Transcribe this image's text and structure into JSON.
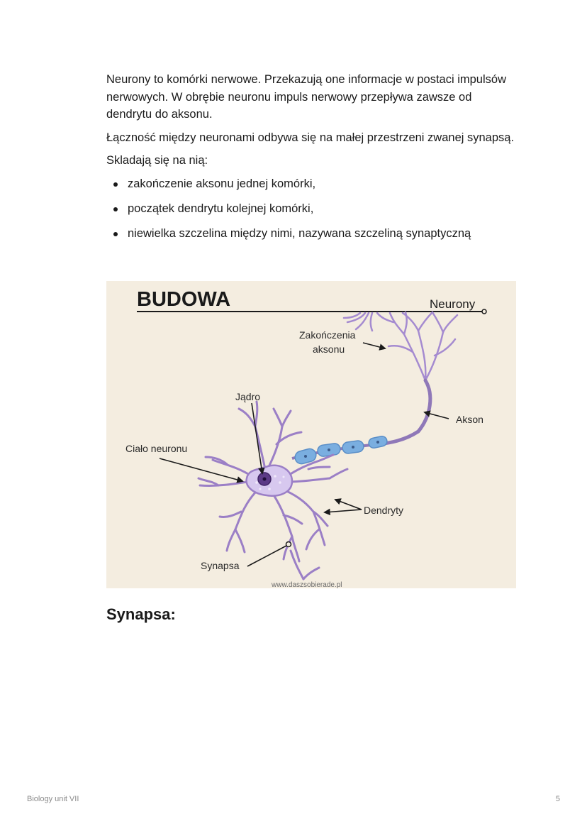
{
  "paragraphs": [
    "Neurony to komórki nerwowe. Przekazują  one informacje w postaci impulsów nerwowych. W obrębie neuronu impuls nerwowy przepływa zawsze od dendrytu do aksonu.",
    "Łączność między neuronami odbywa się na małej przestrzeni zwanej synapsą.",
    "Skladają się na nią:"
  ],
  "bullets": [
    "zakończenie aksonu jednej komórki,",
    "początek dendrytu kolejnej komórki,",
    "niewielka szczelina między nimi, nazywana szczeliną synaptyczną"
  ],
  "figure": {
    "title": "BUDOWA",
    "subtitle": "Neurony",
    "labels": {
      "axon_terminals_line1": "Zakończenia",
      "axon_terminals_line2": "aksonu",
      "nucleus": "Jądro",
      "axon": "Akson",
      "cell_body": "Ciało neuronu",
      "dendrites": "Dendryty",
      "synapse": "Synapsa"
    },
    "watermark": "www.daszsobierade.pl",
    "colors": {
      "background": "#f4ede0",
      "neuron": "#9b7fc6",
      "myelin": "#7aaee0",
      "nucleus": "#4a2a6e"
    }
  },
  "section_title": "Synapsa:",
  "footer": {
    "left": "Biology unit VII",
    "page_number": "5"
  }
}
